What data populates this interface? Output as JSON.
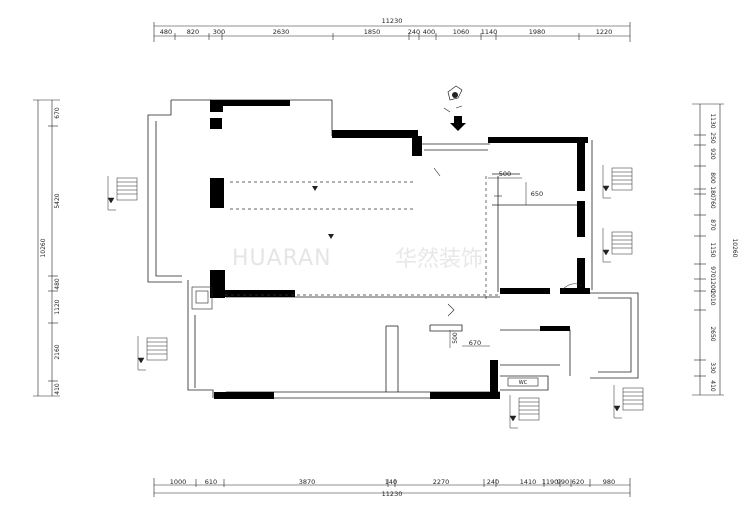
{
  "watermark": {
    "latin": "HUARAN",
    "cjk": "华然装饰"
  },
  "dimensions": {
    "top_total": "11230",
    "top_segments": [
      "480",
      "820",
      "300",
      "2630",
      "1850",
      "240",
      "400",
      "1060",
      "1140",
      "1980",
      "1220"
    ],
    "bottom_total": "11230",
    "bottom_segments": [
      "1000",
      "610",
      "3870",
      "140",
      "2270",
      "240",
      "1410",
      "1190",
      "990",
      "620",
      "980"
    ],
    "left_total": "10260",
    "left_segments": [
      "670",
      "5420",
      "480",
      "1120",
      "2160",
      "410"
    ],
    "right_total": "10260",
    "right_segments": [
      "1130",
      "250",
      "920",
      "800",
      "180",
      "760",
      "870",
      "1150",
      "970",
      "1200",
      "2010",
      "2650",
      "330",
      "410"
    ]
  },
  "room_dims": {
    "d500a": "500",
    "d650": "650",
    "d500b": "500",
    "d670": "670"
  },
  "fixtures": {
    "wc": "WC"
  }
}
